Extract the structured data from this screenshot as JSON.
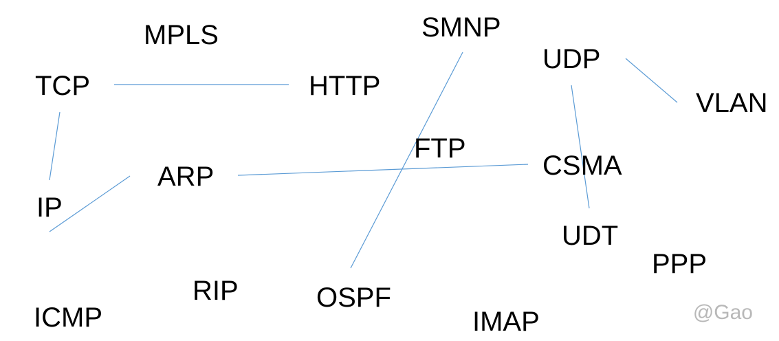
{
  "terms": {
    "mpls": "MPLS",
    "smnp": "SMNP",
    "udp": "UDP",
    "tcp": "TCP",
    "http": "HTTP",
    "vlan": "VLAN",
    "ftp": "FTP",
    "arp": "ARP",
    "csma": "CSMA",
    "ip": "IP",
    "udt": "UDT",
    "ppp": "PPP",
    "rip": "RIP",
    "ospf": "OSPF",
    "icmp": "ICMP",
    "imap": "IMAP"
  },
  "connections": [
    {
      "from": "tcp",
      "to": "http"
    },
    {
      "from": "tcp",
      "to": "ip"
    },
    {
      "from": "ip",
      "to": "arp"
    },
    {
      "from": "arp",
      "to": "csma"
    },
    {
      "from": "smnp",
      "to": "ospf"
    },
    {
      "from": "udp",
      "to": "udt"
    },
    {
      "from": "udp",
      "to": "vlan"
    }
  ],
  "watermark": "@Gao",
  "colors": {
    "line": "#5b9bd5",
    "text": "#000000",
    "watermark": "#b8b8b8"
  }
}
